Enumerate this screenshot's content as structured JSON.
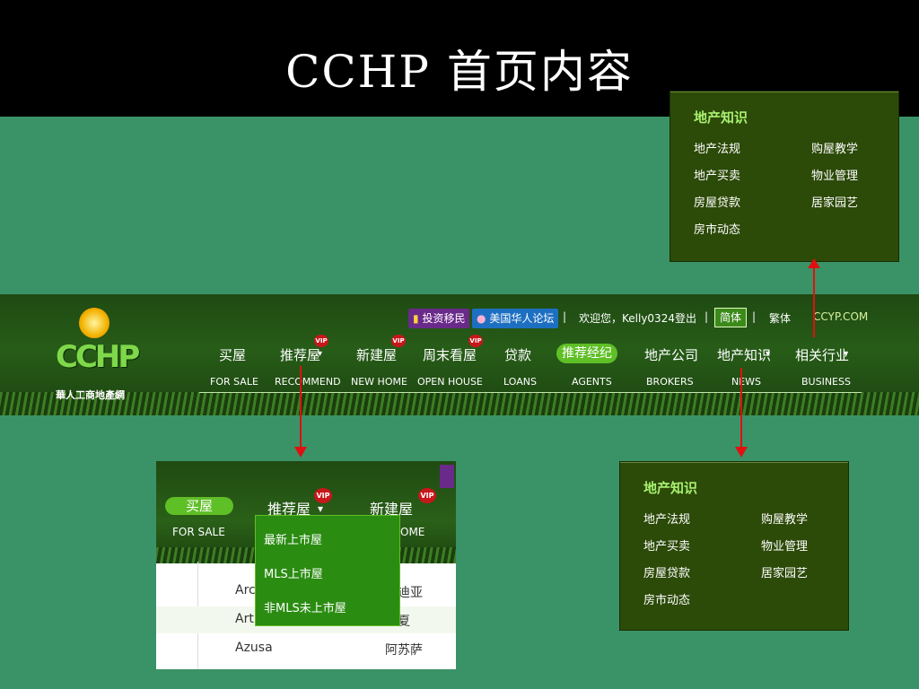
{
  "title": "CCHP 首页内容",
  "knowledge_panel": {
    "title": "地产知识",
    "items": [
      "地产法规",
      "购屋教学",
      "地产买卖",
      "物业管理",
      "房屋贷款",
      "居家园艺",
      "房市动态"
    ]
  },
  "header": {
    "logo_text": "CCHP",
    "logo_subtitle": "華人工商地產網",
    "topbar": {
      "invest_label": "投资移民",
      "forum_label": "美国华人论坛",
      "separator": "|",
      "welcome": "欢迎您，Kelly0324",
      "logout": "登出",
      "simplified": "简体",
      "traditional": "繁体",
      "site": "CCYP.COM"
    },
    "nav": [
      {
        "zh": "买屋",
        "en": "FOR SALE"
      },
      {
        "zh": "推荐屋",
        "en": "RECOMMEND"
      },
      {
        "zh": "新建屋",
        "en": "NEW HOME"
      },
      {
        "zh": "周末看屋",
        "en": "OPEN HOUSE"
      },
      {
        "zh": "贷款",
        "en": "LOANS"
      },
      {
        "zh": "推荐经纪",
        "en": "AGENTS"
      },
      {
        "zh": "地产公司",
        "en": "BROKERS"
      },
      {
        "zh": "地产知识",
        "en": "NEWS"
      },
      {
        "zh": "相关行业",
        "en": "BUSINESS"
      }
    ],
    "vip_label": "VIP",
    "caret": "▾"
  },
  "crop": {
    "nav": [
      {
        "zh": "买屋",
        "en": "FOR SALE"
      },
      {
        "zh": "推荐屋"
      },
      {
        "zh": "新建屋",
        "en": "OME"
      }
    ],
    "dropdown": [
      "最新上市屋",
      "MLS上市屋",
      "非MLS未上市屋"
    ],
    "rows": [
      {
        "en": "Arc",
        "zh": "凯迪亚"
      },
      {
        "en": "Art",
        "zh": "提夏"
      },
      {
        "en": "Azusa",
        "zh": "阿苏萨"
      }
    ]
  },
  "colors": {
    "arrow": "#e01010",
    "panel_bg": "#2c4a08",
    "accent_green": "#5fbf26",
    "vip_red": "#c8171b"
  }
}
